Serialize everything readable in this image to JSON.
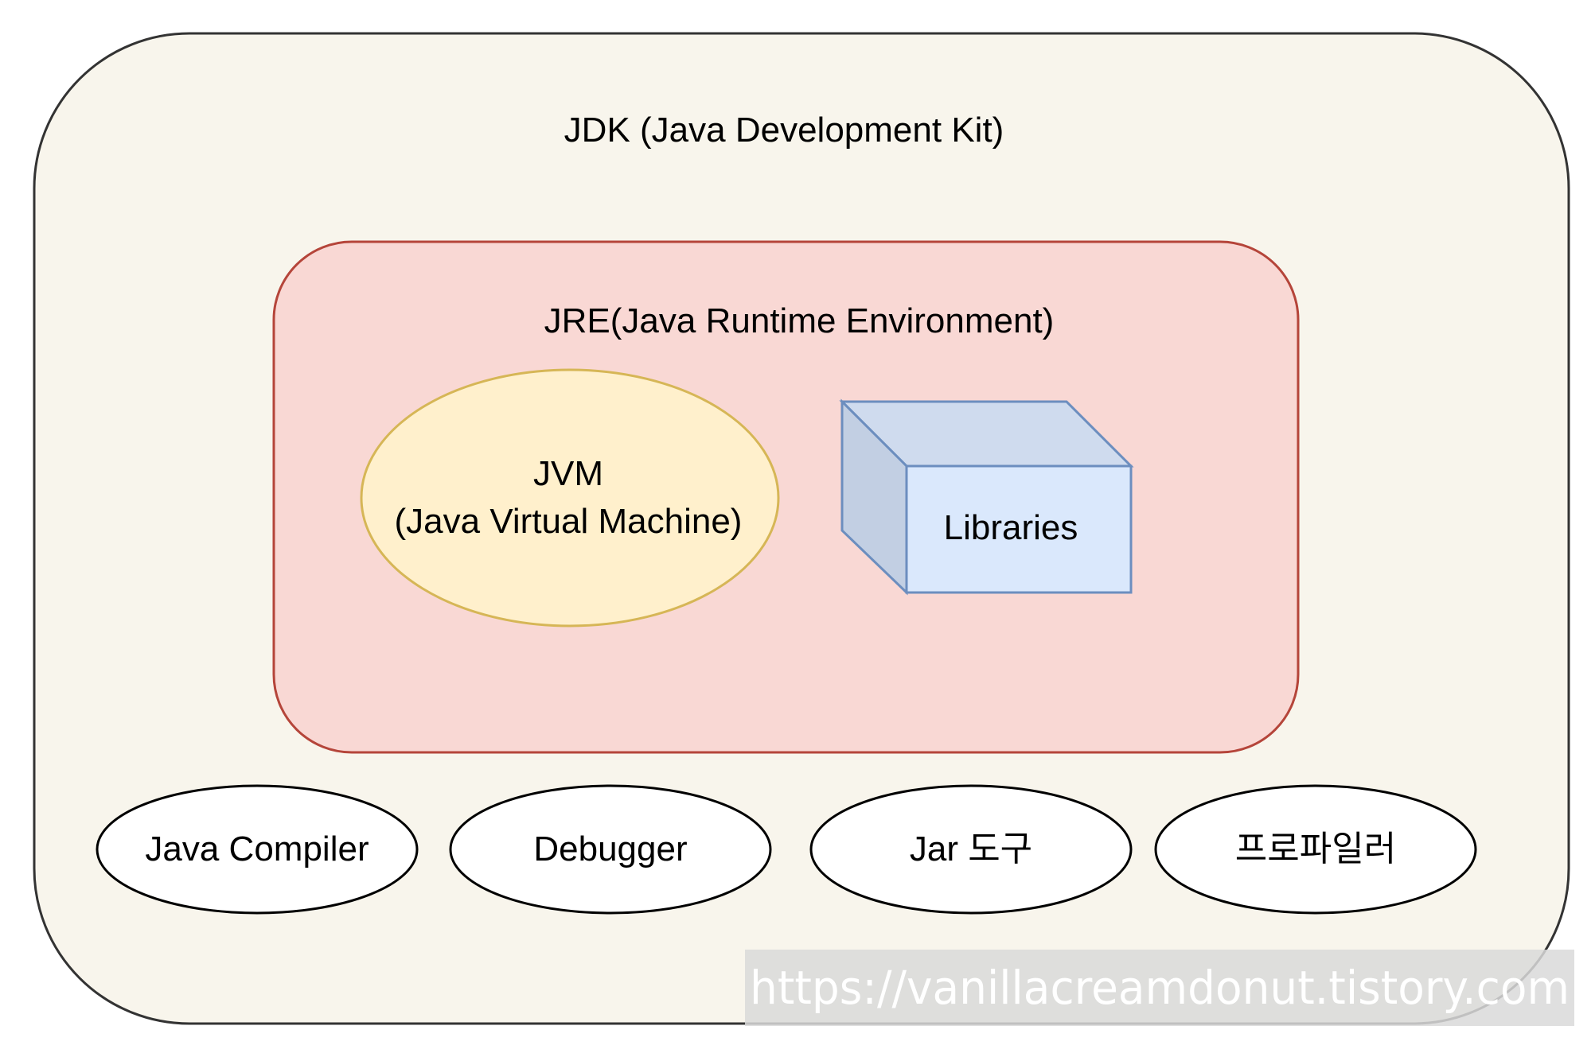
{
  "jdk": {
    "label": "JDK (Java Development Kit)",
    "fill": "#f8f5ec",
    "stroke": "#333333"
  },
  "jre": {
    "label": "JRE(Java Runtime Environment)",
    "fill": "#f9d8d4",
    "stroke": "#b5453a"
  },
  "jvm": {
    "label_line1": "JVM",
    "label_line2": "(Java Virtual Machine)",
    "fill": "#fff0cc",
    "stroke": "#d6b656"
  },
  "libraries": {
    "label": "Libraries",
    "front_fill": "#dae8fc",
    "side_fill": "#c2cfe3",
    "top_fill": "#cfdbee",
    "stroke": "#6c8ebf"
  },
  "tools": [
    {
      "label": "Java Compiler"
    },
    {
      "label": "Debugger"
    },
    {
      "label": "Jar 도구"
    },
    {
      "label": "프로파일러"
    }
  ],
  "watermark": {
    "text": "https://vanillacreamdonut.tistory.com"
  }
}
